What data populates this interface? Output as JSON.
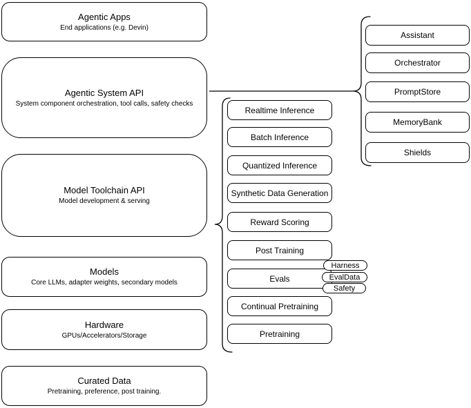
{
  "canvas": {
    "stroke_color": "#000000",
    "fill_color": "#ffffff",
    "background_color": "#ffffff"
  },
  "left_stack": [
    {
      "title": "Agentic Apps",
      "subtitle": "End applications (e.g. Devin)"
    },
    {
      "title": "Agentic System API",
      "subtitle": "System component orchestration, tool calls, safety checks"
    },
    {
      "title": "Model Toolchain API",
      "subtitle": "Model development & serving"
    },
    {
      "title": "Models",
      "subtitle": "Core LLMs, adapter weights, secondary models"
    },
    {
      "title": "Hardware",
      "subtitle": "GPUs/Accelerators/Storage"
    },
    {
      "title": "Curated Data",
      "subtitle": "Pretraining, preference, post training."
    }
  ],
  "toolchain_stack": [
    "Realtime Inference",
    "Batch Inference",
    "Quantized Inference",
    "Synthetic Data Generation",
    "Reward Scoring",
    "Post Training",
    "Evals",
    "Continual Pretraining",
    "Pretraining"
  ],
  "evals_pills": [
    "Harness",
    "EvalData",
    "Safety"
  ],
  "system_stack": [
    "Assistant",
    "Orchestrator",
    "PromptStore",
    "MemoryBank",
    "Shields"
  ]
}
